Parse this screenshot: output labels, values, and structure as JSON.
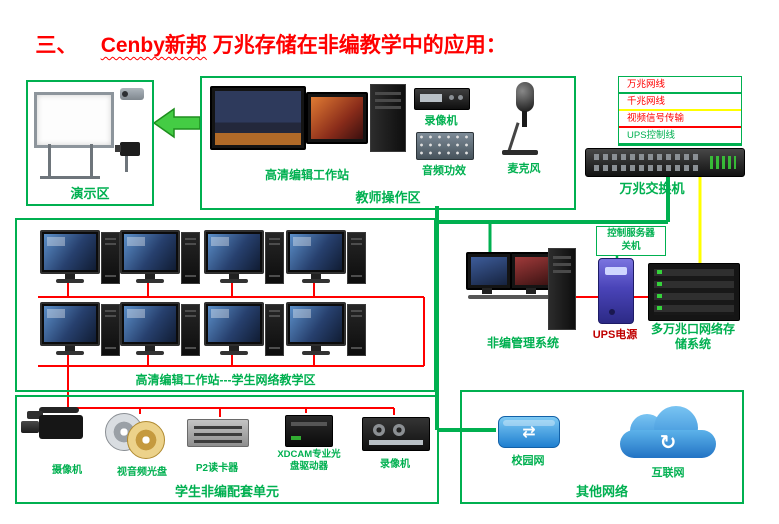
{
  "title": {
    "prefix": "三、    ",
    "brand": "Cenby新邦",
    "rest": " 万兆存储在非编教学中的应用："
  },
  "colors": {
    "green": "#00b050",
    "yellow": "#ffff00",
    "red": "#ff0000",
    "title_red": "#ff0000",
    "box_border": "#00b050"
  },
  "demo_area": {
    "label": "演示区"
  },
  "teacher_area": {
    "label": "教师操作区",
    "workstation_label": "高清编辑工作站",
    "recorder_label": "录像机",
    "mixer_label": "音频功效",
    "mic_label": "麦克风"
  },
  "legend": {
    "items": [
      {
        "label": "万兆网线",
        "line_color": "#00b050",
        "text_color": "#ff0000"
      },
      {
        "label": "千兆网线",
        "line_color": "#ffff00",
        "text_color": "#ff0000"
      },
      {
        "label": "视频信号传输",
        "line_color": "#ff0000",
        "text_color": "#ff0000"
      },
      {
        "label": "UPS控制线",
        "line_color": "#00b050",
        "text_color": "#00b050"
      }
    ]
  },
  "switch_area": {
    "label": "万兆交换机"
  },
  "student_area": {
    "label": "高清编辑工作站---学生网络教学区",
    "pc_count": 8
  },
  "management": {
    "label": "非编管理系统"
  },
  "ups": {
    "label": "UPS电源"
  },
  "control_server": {
    "label": "控制服务器\n关机"
  },
  "storage": {
    "label": "多万兆口网络存\n储系统"
  },
  "peripherals": {
    "label": "学生非编配套单元",
    "camera_label": "摄像机",
    "disc_label": "视音频光盘",
    "p2_label": "P2读卡器",
    "xdcam_label": "XDCAM专业光\n盘驱动器",
    "vtr_label": "录像机"
  },
  "other_network": {
    "label": "其他网络",
    "campus_label": "校园网",
    "internet_label": "互联网"
  }
}
